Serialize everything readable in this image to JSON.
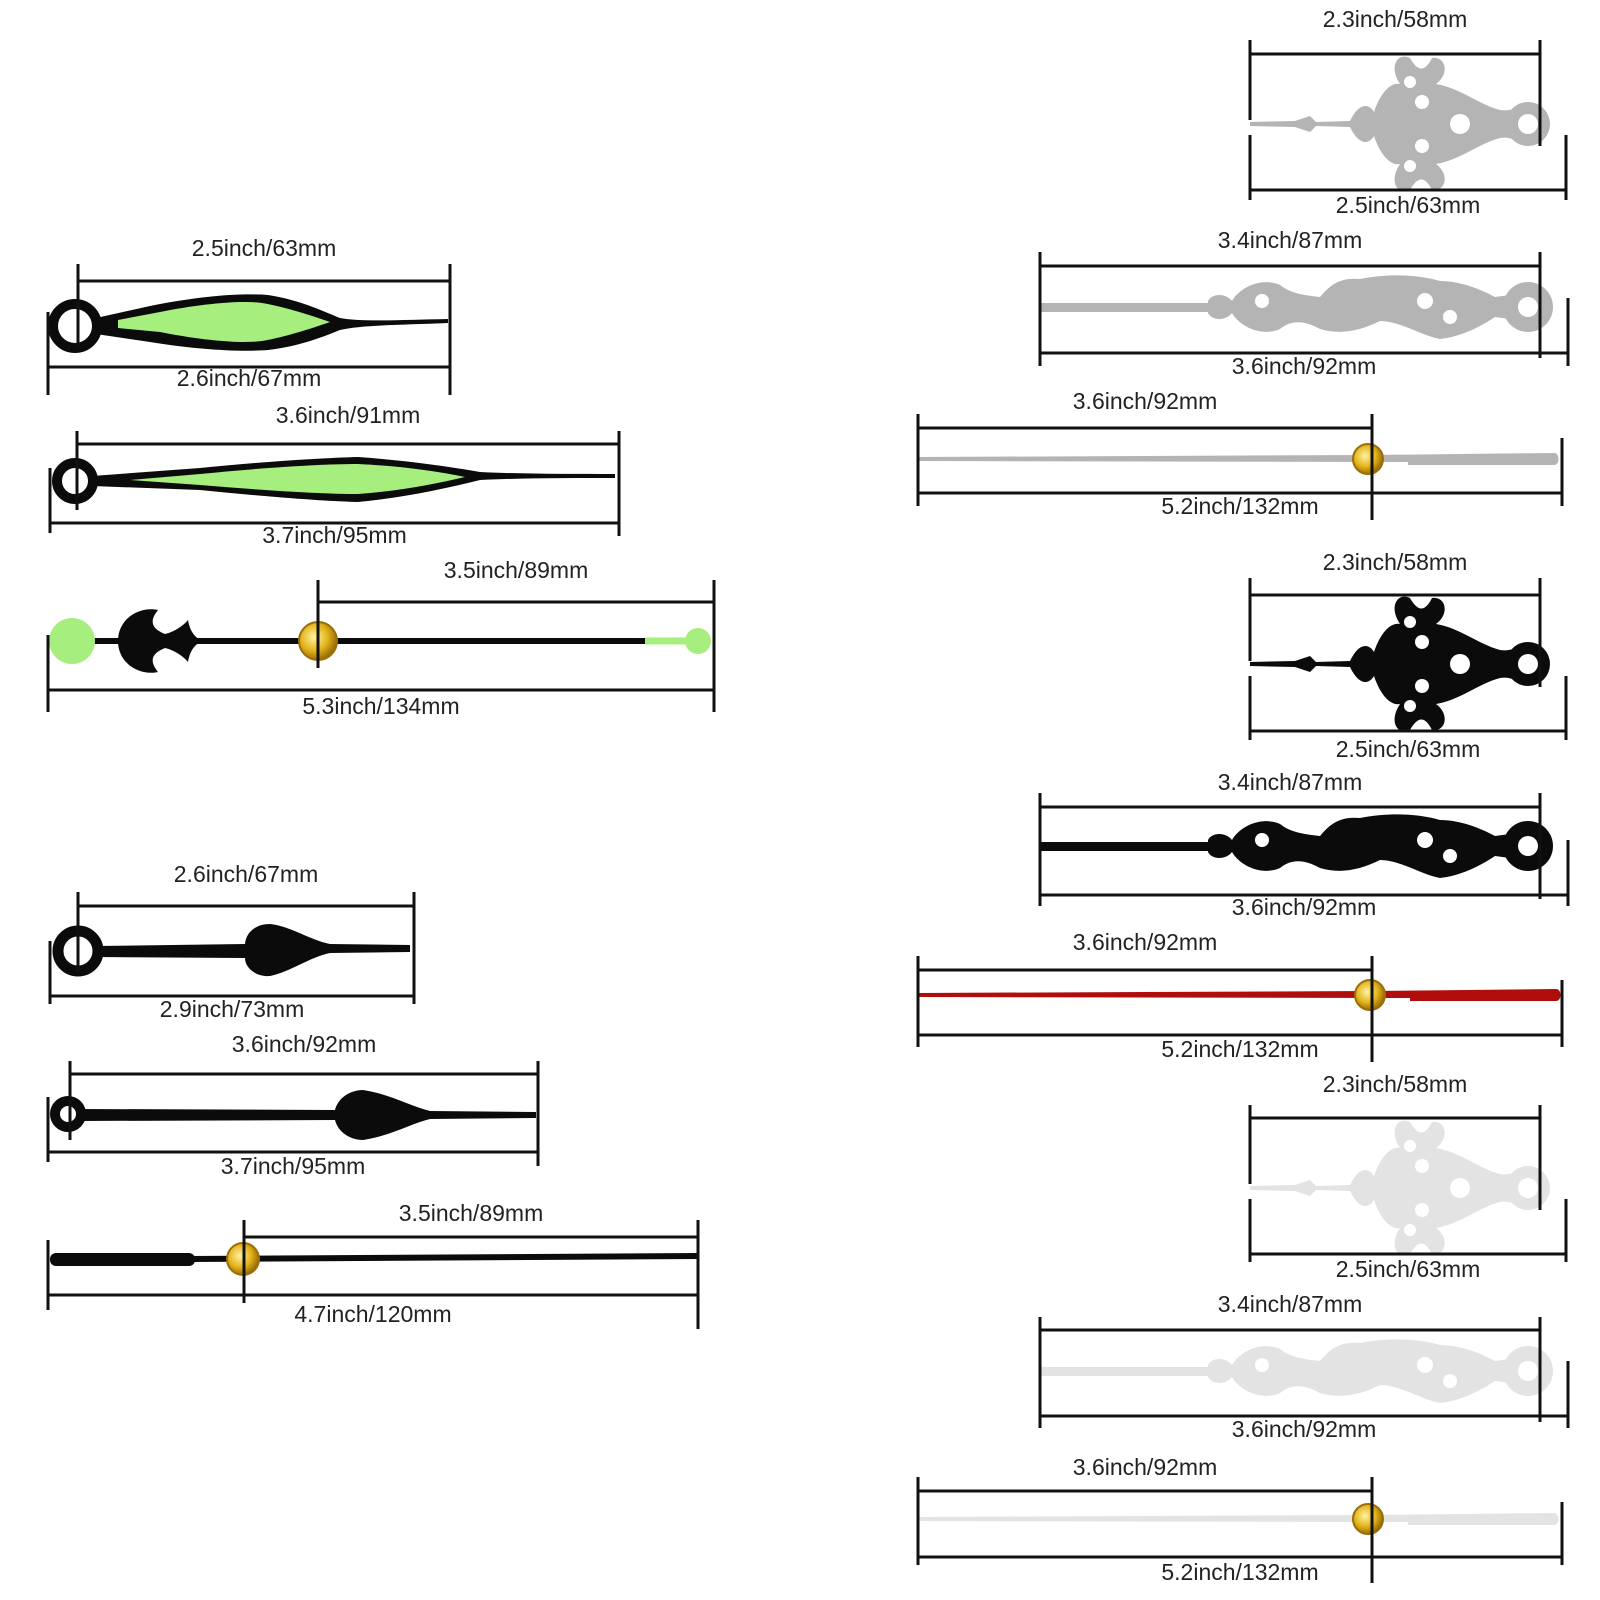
{
  "colors": {
    "black": "#0b0b0b",
    "lume_green": "#a6ee7e",
    "silver": "#b4b4b4",
    "white_hand": "#e3e3e3",
    "red": "#b00d0d",
    "brass": "#e2b21a",
    "bracket": "#111111"
  },
  "sets": [
    {
      "style": "lume-spade",
      "hour": {
        "top": "2.5inch/63mm",
        "bottom": "2.6inch/67mm"
      },
      "minute": {
        "top": "3.6inch/91mm",
        "bottom": "3.7inch/95mm"
      },
      "second": {
        "top": "3.5inch/89mm",
        "bottom": "5.3inch/134mm"
      }
    },
    {
      "style": "black-stick",
      "hour": {
        "top": "2.6inch/67mm",
        "bottom": "2.9inch/73mm"
      },
      "minute": {
        "top": "3.6inch/92mm",
        "bottom": "3.7inch/95mm"
      },
      "second": {
        "top": "3.5inch/89mm",
        "bottom": "4.7inch/120mm"
      }
    },
    {
      "style": "silver-serpentine",
      "hour": {
        "top": "2.3inch/58mm",
        "bottom": "2.5inch/63mm"
      },
      "minute": {
        "top": "3.4inch/87mm",
        "bottom": "3.6inch/92mm"
      },
      "second": {
        "top": "3.6inch/92mm",
        "bottom": "5.2inch/132mm"
      }
    },
    {
      "style": "black-serpentine",
      "hour": {
        "top": "2.3inch/58mm",
        "bottom": "2.5inch/63mm"
      },
      "minute": {
        "top": "3.4inch/87mm",
        "bottom": "3.6inch/92mm"
      },
      "second": {
        "top": "3.6inch/92mm",
        "bottom": "5.2inch/132mm"
      }
    },
    {
      "style": "white-serpentine",
      "hour": {
        "top": "2.3inch/58mm",
        "bottom": "2.5inch/63mm"
      },
      "minute": {
        "top": "3.4inch/87mm",
        "bottom": "3.6inch/92mm"
      },
      "second": {
        "top": "3.6inch/92mm",
        "bottom": "5.2inch/132mm"
      }
    }
  ]
}
